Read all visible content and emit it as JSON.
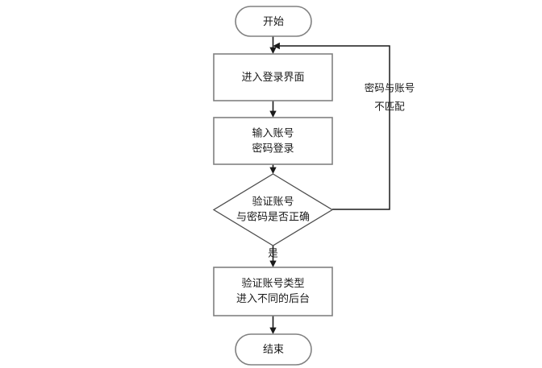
{
  "diagram": {
    "type": "flowchart",
    "orientation": "top-to-bottom",
    "background_color": "#ffffff",
    "node_border_color": "#808080",
    "connector_color": "#1a1a1a",
    "text_color": "#1a1a1a",
    "nodes": [
      {
        "id": "start",
        "shape": "rounded-rectangle",
        "label": "开始",
        "lines": [
          "开始"
        ]
      },
      {
        "id": "enter-login-page",
        "shape": "rectangle",
        "label": "进入登录界面",
        "lines": [
          "进入登录界面"
        ]
      },
      {
        "id": "input-credentials",
        "shape": "rectangle",
        "label": "输入账号密码登录",
        "lines": [
          "输入账号",
          "密码登录"
        ]
      },
      {
        "id": "verify-credentials",
        "shape": "diamond",
        "label": "验证账号与密码是否正确",
        "lines": [
          "验证账号",
          "与密码是否正确"
        ]
      },
      {
        "id": "verify-account-type",
        "shape": "rectangle",
        "label": "验证账号类型进入不同的后台",
        "lines": [
          "验证账号类型",
          "进入不同的后台"
        ]
      },
      {
        "id": "end",
        "shape": "rounded-rectangle",
        "label": "结束",
        "lines": [
          "结束"
        ]
      }
    ],
    "edges": [
      {
        "id": "start-to-enter-login-page",
        "from": "start",
        "to": "enter-login-page",
        "label": ""
      },
      {
        "id": "enter-login-page-to-input-credentials",
        "from": "enter-login-page",
        "to": "input-credentials",
        "label": ""
      },
      {
        "id": "input-credentials-to-verify-credentials",
        "from": "input-credentials",
        "to": "verify-credentials",
        "label": ""
      },
      {
        "id": "verify-credentials-to-verify-account-type",
        "from": "verify-credentials",
        "to": "verify-account-type",
        "label": "是",
        "lines": [
          "是"
        ]
      },
      {
        "id": "verify-credentials-loopback",
        "from": "verify-credentials",
        "to": "enter-login-page",
        "label": "密码与账号不匹配",
        "lines": [
          "密码与账号",
          "不匹配"
        ]
      },
      {
        "id": "verify-account-type-to-end",
        "from": "verify-account-type",
        "to": "end",
        "label": ""
      }
    ]
  }
}
